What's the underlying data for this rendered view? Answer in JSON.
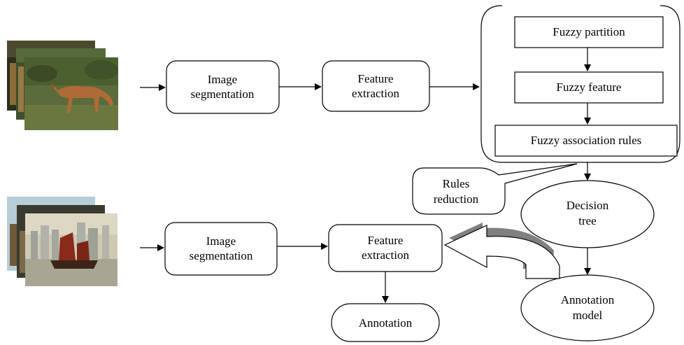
{
  "training": {
    "image_segmentation": [
      "Image",
      "segmentation"
    ],
    "feature_extraction": [
      "Feature",
      "extraction"
    ]
  },
  "fuzzy": {
    "partition": "Fuzzy partition",
    "feature": "Fuzzy feature",
    "association_rules": "Fuzzy association rules"
  },
  "rules_reduction": [
    "Rules",
    "reduction"
  ],
  "decision_tree": [
    "Decision",
    "tree"
  ],
  "annotation_model": [
    "Annotation",
    "model"
  ],
  "testing": {
    "image_segmentation": [
      "Image",
      "segmentation"
    ],
    "feature_extraction": [
      "Feature",
      "extraction"
    ],
    "annotation": "Annotation"
  },
  "colors": {
    "feedback_arrow_shadow": "#808080",
    "stroke": "#000000"
  }
}
